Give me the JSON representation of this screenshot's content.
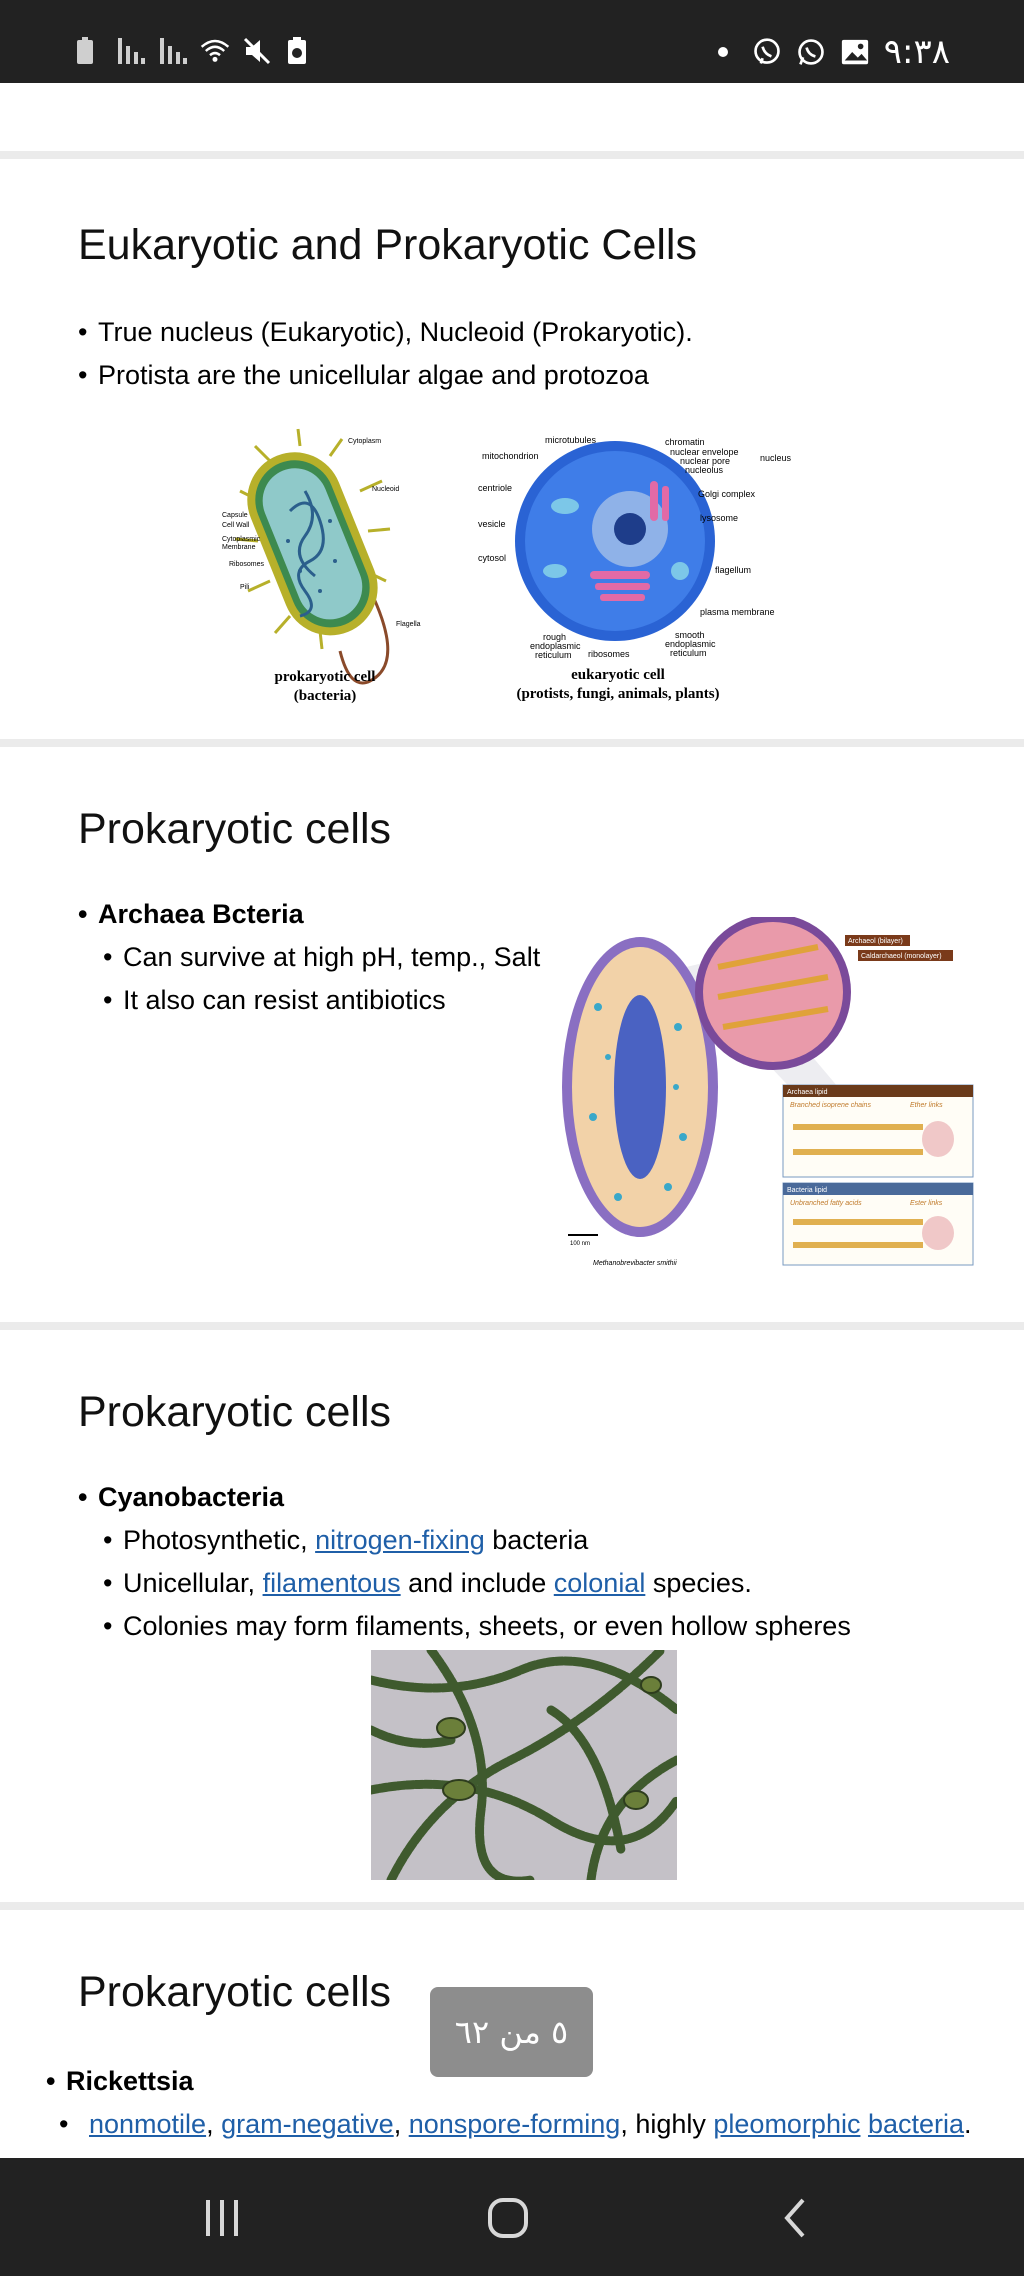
{
  "status_bar": {
    "time": "٩:٣٨",
    "left_icons": [
      "battery-icon",
      "signal-icon",
      "signal-icon",
      "wifi-icon",
      "mute-icon",
      "battery-saver-icon"
    ],
    "right_icons": [
      "notification-dot-icon",
      "viber-icon",
      "whatsapp-icon",
      "gallery-icon"
    ]
  },
  "slides": [
    {
      "title": "Eukaryotic and Prokaryotic Cells",
      "bullets": [
        "True nucleus (Eukaryotic), Nucleoid (Prokaryotic).",
        "Protista are the unicellular algae and protozoa"
      ],
      "figure": {
        "prokaryote_caption_1": "prokaryotic cell",
        "prokaryote_caption_2": "(bacteria)",
        "eukaryote_caption_1": "eukaryotic cell",
        "eukaryote_caption_2": "(protists, fungi, animals, plants)",
        "prokaryote_labels": [
          "Cytoplasm",
          "Nucleoid",
          "Capsule",
          "Cell Wall",
          "Cytoplasmic",
          "Membrane",
          "Ribosomes",
          "Pili",
          "Flagella"
        ],
        "eukaryote_labels": [
          "microtubules",
          "chromatin",
          "nuclear envelope",
          "nuclear pore",
          "nucleolus",
          "nucleus",
          "mitochondrion",
          "centriole",
          "Golgi complex",
          "vesicle",
          "lysosome",
          "cytosol",
          "flagellum",
          "plasma membrane",
          "rough",
          "endoplasmic",
          "reticulum",
          "ribosomes",
          "smooth",
          "endoplasmic",
          "reticulum"
        ]
      }
    },
    {
      "title": "Prokaryotic cells",
      "bullets": [
        {
          "text": "Archaea Bcteria",
          "bold": true
        },
        {
          "text": "Can survive at high pH, temp., Salt",
          "sub": true
        },
        {
          "text": "It also can resist antibiotics",
          "sub": true
        }
      ],
      "figure": {
        "tag_1": "Archaeol (bilayer)",
        "tag_2": "Caldarchaeol (monolayer)",
        "panel_1_title": "Archaea lipid",
        "panel_1_sub": "Branched isoprene chains",
        "panel_1_link": "Ether links",
        "panel_2_title": "Bacteria lipid",
        "panel_2_sub": "Unbranched fatty acids",
        "panel_2_link": "Ester links",
        "scale": "100 nm",
        "species": "Methanobrevibacter smithii"
      }
    },
    {
      "title": "Prokaryotic cells",
      "heading": "Cyanobacteria",
      "line1_a": "Photosynthetic, ",
      "line1_link": "nitrogen-fixing",
      "line1_b": " bacteria",
      "line2_a": "Unicellular, ",
      "line2_link1": "filamentous",
      "line2_b": " and include ",
      "line2_link2": "colonial",
      "line2_c": " species.",
      "line3": "Colonies may form filaments, sheets, or even hollow spheres"
    },
    {
      "title": "Prokaryotic cells",
      "heading": "Rickettsia",
      "links": [
        "nonmotile",
        "gram-negative",
        "nonspore-forming"
      ],
      "sep": ", ",
      "mid": ", highly ",
      "link4": "pleomorphic",
      "link5": "bacteria",
      "end": "."
    }
  ],
  "page_indicator": "٥ من ٦٢",
  "nav": {
    "icons": [
      "recent-apps-icon",
      "home-icon",
      "back-icon"
    ]
  },
  "colors": {
    "link": "#1f5fa8",
    "bars": "#222222",
    "indicator": "#8d8d8d"
  }
}
